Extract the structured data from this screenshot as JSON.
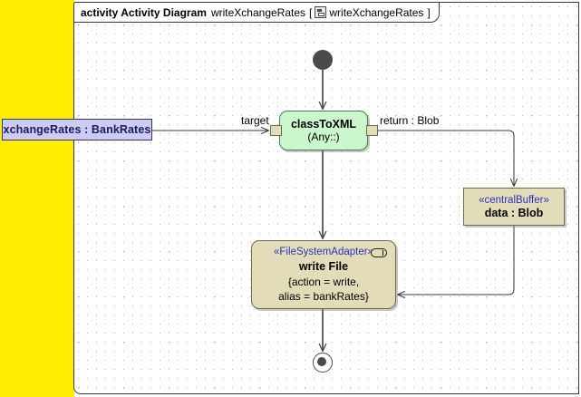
{
  "frame": {
    "keyword": "activity Activity Diagram",
    "name": "writeXchangeRates",
    "bracket_open": "[",
    "icon": "activity-diagram-icon",
    "qualified_name": "writeXchangeRates",
    "bracket_close": "]"
  },
  "canvas": {
    "band_color": "#ffee00",
    "background": "#ffffff",
    "grid": "dotted"
  },
  "nodes": {
    "initial": {
      "name": "initial-node",
      "label": ""
    },
    "final": {
      "name": "activity-final-node",
      "label": ""
    },
    "object_input": {
      "label": "xchangeRates : BankRates",
      "fill": "#ccccf2",
      "text_color": "#1b1b5e"
    },
    "call_action": {
      "title": "classToXML",
      "subtitle": "(Any::)",
      "fill": "#ccf7cc"
    },
    "input_pin": {
      "name": "target-pin",
      "label": ""
    },
    "output_pin": {
      "name": "return-pin",
      "label": ""
    },
    "central_buffer": {
      "stereotype": "«centralBuffer»",
      "label": "data : Blob",
      "fill": "#e2ddb8",
      "stereotype_color": "#3030c0"
    },
    "write_action": {
      "stereotype": "«FileSystemAdapter»",
      "title": "write File",
      "body_line1": "{action = write,",
      "body_line2": "alias = bankRates}",
      "fill": "#e2ddb8",
      "port_icon": "port-icon"
    }
  },
  "edges": {
    "target_label": "target",
    "return_label": "return : Blob"
  }
}
